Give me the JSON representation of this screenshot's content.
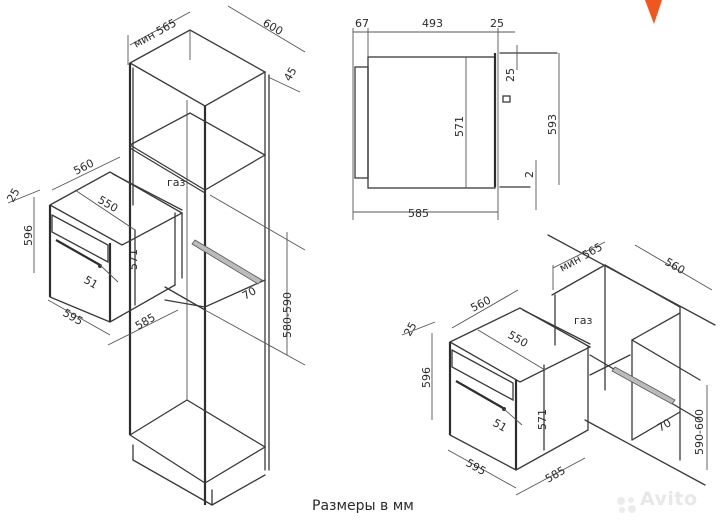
{
  "caption": "Размеры в мм",
  "watermark": "Avito",
  "accent_color": "#f0561d",
  "left_diagram": {
    "cabinet": {
      "min_depth": "мин 565",
      "width": "600",
      "side": "45",
      "niche_height": "580-590",
      "vent": "70"
    },
    "oven": {
      "top_width": "560",
      "flange": "25",
      "inner_depth": "550",
      "gas_label": "газ",
      "height": "596",
      "body_height": "571",
      "handle": "51",
      "front_width": "595",
      "depth": "585"
    }
  },
  "side_view": {
    "top_a": "67",
    "top_b": "493",
    "top_c": "25",
    "right_25": "25",
    "height_593": "593",
    "body_571": "571",
    "gap_2": "2",
    "bottom_585": "585"
  },
  "right_diagram": {
    "cabinet": {
      "min_depth": "мин 565",
      "width": "560",
      "niche_height": "590-600",
      "vent": "70"
    },
    "oven": {
      "top_width": "560",
      "flange": "25",
      "inner_depth": "550",
      "gas_label": "газ",
      "height": "596",
      "body_height": "571",
      "handle": "51",
      "front_width": "595",
      "depth": "585"
    }
  }
}
